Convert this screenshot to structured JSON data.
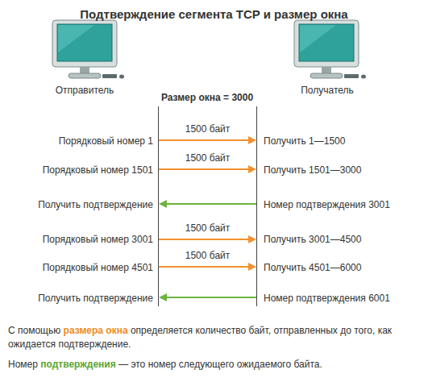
{
  "diagram": {
    "title": "Подтверждение сегмента TCP и размер окна",
    "nodes": [
      {
        "text": [
          "Отправитель"
        ]
      },
      {
        "text": [
          "Получатель"
        ]
      }
    ],
    "edges": [
      {
        "from": 0,
        "to": 1,
        "label": "1500 байт",
        "arrow": "to"
      },
      {
        "from": 0,
        "to": 1,
        "label": "1500 байт",
        "arrow": "to"
      },
      {
        "from": 1,
        "to": 0,
        "arrow": "to"
      },
      {
        "from": 0,
        "to": 1,
        "label": "1500 байт",
        "arrow": "to"
      },
      {
        "from": 0,
        "to": 1,
        "label": "1500 байт",
        "arrow": "to"
      },
      {
        "from": 1,
        "to": 0,
        "arrow": "to"
      }
    ],
    "labels": [
      "Размер окна = 3000",
      "Порядковый номер 1",
      "Получить 1—1500",
      "Порядковый номер 1501",
      "Получить 1501—3000",
      "Получить подтверждение",
      "Номер подтверждения 3001",
      "Порядковый номер 3001",
      "Получить 3001—4500",
      "Порядковый номер 4501",
      "Получить 4501—6000",
      "Получить подтверждение",
      "Номер подтверждения 6001",
      "С помощью",
      "размера окна",
      "определяется количество байт, отправленных до того, как ожидается подтверждение.",
      "Номер",
      "подтверждения",
      "— это номер следующего ожидаемого байта."
    ]
  }
}
